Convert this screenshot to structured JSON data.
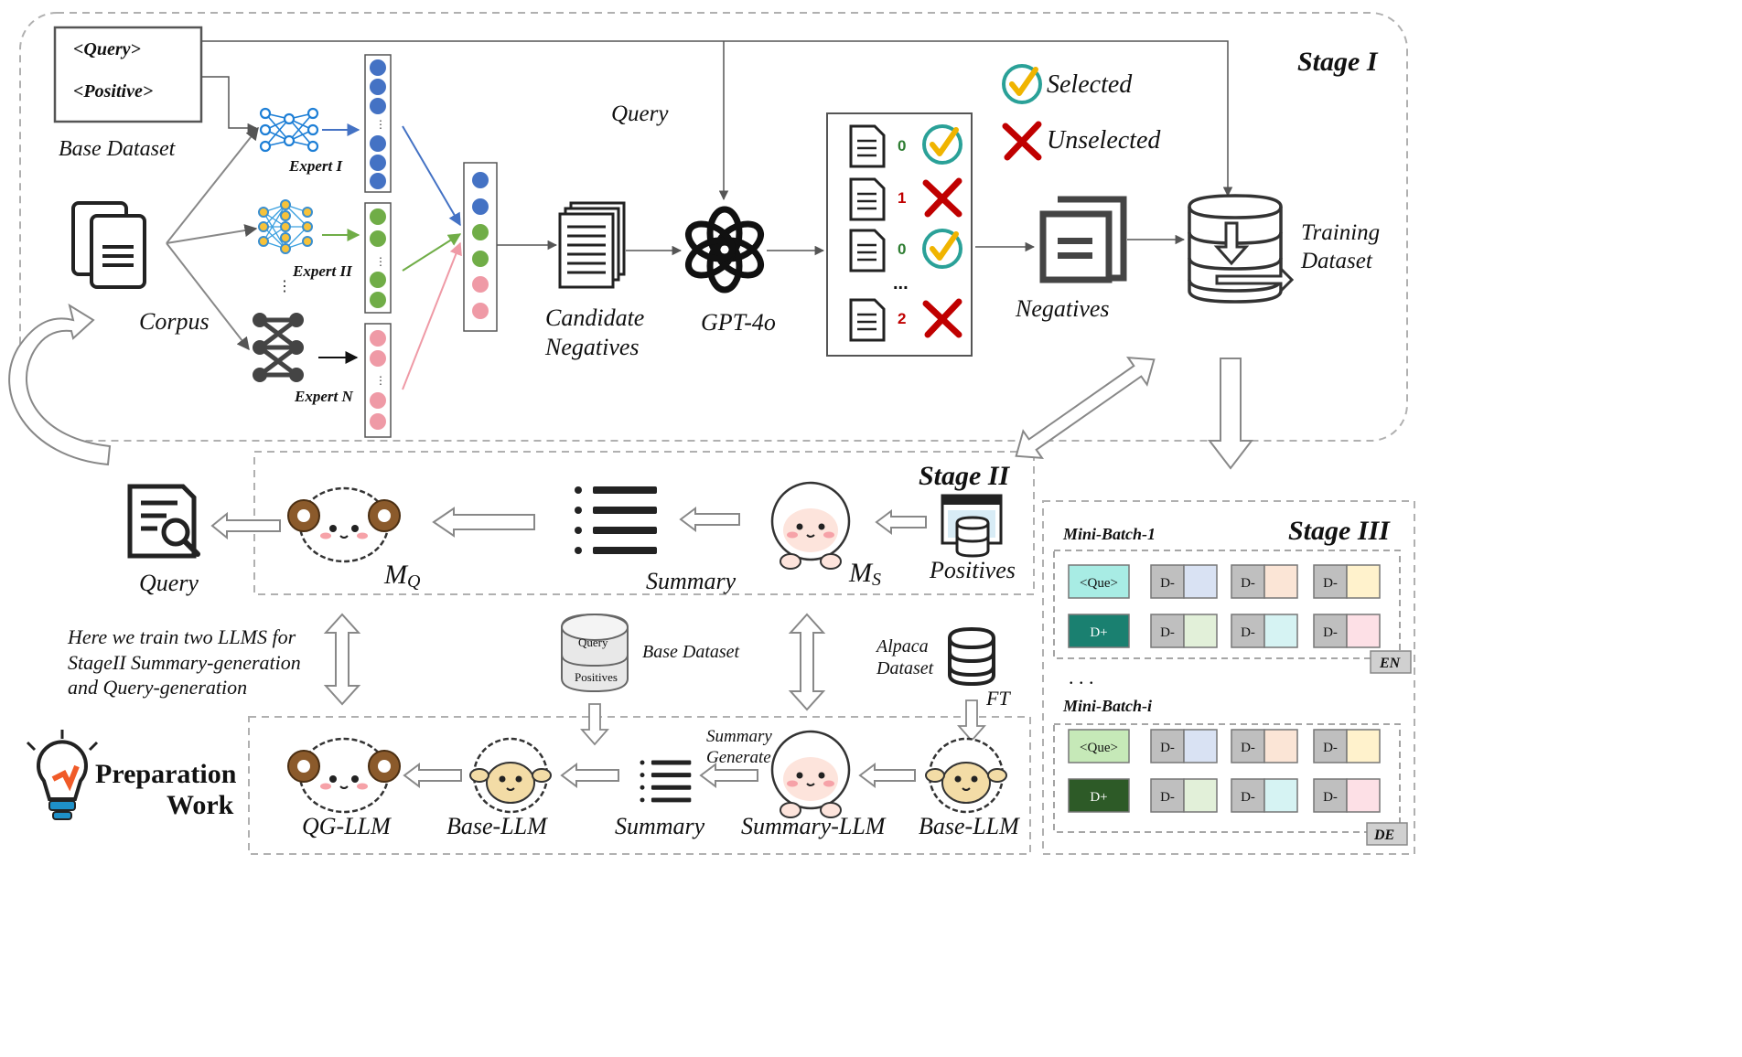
{
  "stage1": {
    "title": "Stage I",
    "base_dataset": {
      "query": "<Query>",
      "positive": "<Positive>",
      "label": "Base Dataset"
    },
    "corpus_label": "Corpus",
    "experts": [
      "Expert I",
      "Expert II",
      "Expert N"
    ],
    "query_label": "Query",
    "candidate_label_1": "Candidate",
    "candidate_label_2": "Negatives",
    "gpt_label": "GPT-4o",
    "scores": [
      "0",
      "1",
      "0",
      "2"
    ],
    "ellipsis": "...",
    "legend": {
      "selected": "Selected",
      "unselected": "Unselected"
    },
    "negatives_label": "Negatives",
    "training_label_1": "Training",
    "training_label_2": "Dataset"
  },
  "stage2": {
    "title": "Stage II",
    "query_label": "Query",
    "mq_label": "M",
    "mq_sub": "Q",
    "summary_label": "Summary",
    "ms_label": "M",
    "ms_sub": "S",
    "positives_label": "Positives"
  },
  "middle": {
    "note_1": "Here we train two LLMS for",
    "note_2": "StageII Summary-generation",
    "note_3": "and Query-generation",
    "cyl_query": "Query",
    "cyl_positives": "Positives",
    "base_dataset_label": "Base Dataset",
    "alpaca_1": "Alpaca",
    "alpaca_2": "Dataset",
    "ft_label": "FT"
  },
  "prep": {
    "title_1": "Preparation",
    "title_2": "Work",
    "qg_llm": "QG-LLM",
    "base_llm_1": "Base-LLM",
    "summary": "Summary",
    "summary_generate_1": "Summary",
    "summary_generate_2": "Generate",
    "summary_llm": "Summary-LLM",
    "base_llm_2": "Base-LLM"
  },
  "stage3": {
    "title": "Stage III",
    "batch1_label": "Mini-Batch-1",
    "batchi_label": "Mini-Batch-i",
    "dots": ". . .",
    "que": "<Que>",
    "dplus": "D+",
    "dminus": "D-",
    "en": "EN",
    "de": "DE",
    "colors": {
      "blue": "#d9e2f3",
      "peach": "#fbe5d6",
      "yellow": "#fff2cc",
      "green": "#e2f0d9",
      "cyan": "#d6f3f3",
      "pink": "#fde0e6",
      "que_en": "#a8ece4",
      "dplus_en": "#1a8070",
      "que_de": "#c6e9b8",
      "dplus_de": "#2d5a27",
      "grey": "#bfbfbf"
    }
  },
  "colors": {
    "blue": "#4472c4",
    "green": "#70ad47",
    "pink": "#ef9aa6",
    "orange": "#f0a020",
    "red": "#c00000",
    "teal": "#2aa198"
  }
}
